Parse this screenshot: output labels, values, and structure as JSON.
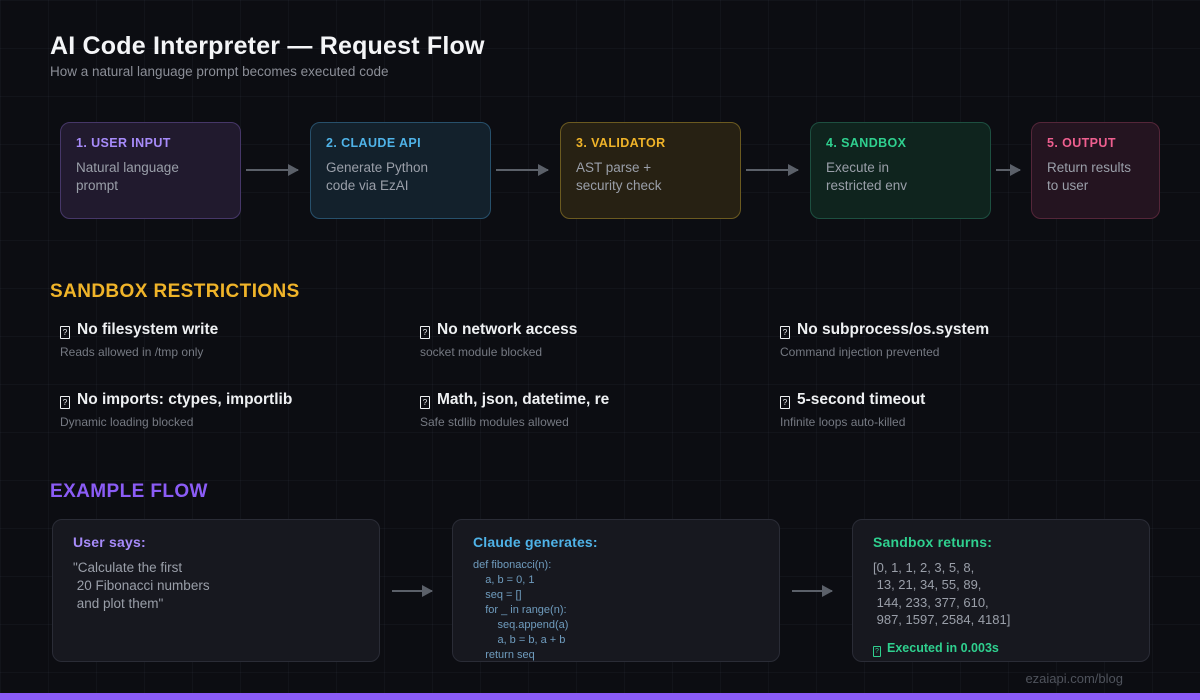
{
  "header": {
    "title": "AI Code Interpreter — Request Flow",
    "subtitle": "How a natural language prompt becomes executed code"
  },
  "flow": {
    "steps": [
      {
        "label": "1. USER INPUT",
        "description": "Natural language\nprompt",
        "accent": "#a78bfa",
        "bg": "#211a2e",
        "border": "#463768"
      },
      {
        "label": "2. CLAUDE API",
        "description": "Generate Python\ncode via EzAI",
        "accent": "#4fb3e8",
        "bg": "#13212c",
        "border": "#27506b"
      },
      {
        "label": "3. VALIDATOR",
        "description": "AST parse +\nsecurity check",
        "accent": "#f0b429",
        "bg": "#272113",
        "border": "#6b5a20"
      },
      {
        "label": "4. SANDBOX",
        "description": "Execute in\nrestricted env",
        "accent": "#2fd08f",
        "bg": "#0f241e",
        "border": "#1d4f40"
      },
      {
        "label": "5. OUTPUT",
        "description": "Return results\nto user",
        "accent": "#ee5f8f",
        "bg": "#241420",
        "border": "#542639"
      }
    ]
  },
  "restrictions": {
    "heading": "SANDBOX RESTRICTIONS",
    "heading_color": "#f0b429",
    "items": [
      {
        "icon": "missing-glyph",
        "title": "No filesystem write",
        "subtitle": "Reads allowed in /tmp only"
      },
      {
        "icon": "missing-glyph",
        "title": "No network access",
        "subtitle": "socket module blocked"
      },
      {
        "icon": "missing-glyph",
        "title": "No subprocess/os.system",
        "subtitle": "Command injection prevented"
      },
      {
        "icon": "missing-glyph",
        "title": "No imports: ctypes, importlib",
        "subtitle": "Dynamic loading blocked"
      },
      {
        "icon": "missing-glyph",
        "title": "Math, json, datetime, re",
        "subtitle": "Safe stdlib modules allowed"
      },
      {
        "icon": "missing-glyph",
        "title": "5-second timeout",
        "subtitle": "Infinite loops auto-killed"
      }
    ]
  },
  "example": {
    "heading": "EXAMPLE FLOW",
    "heading_color": "#8b5cf6",
    "cards": [
      {
        "label": "User says:",
        "accent": "#a78bfa",
        "body": "\"Calculate the first\n 20 Fibonacci numbers\n and plot them\""
      },
      {
        "label": "Claude generates:",
        "accent": "#4fb3e8",
        "body": "def fibonacci(n):\n    a, b = 0, 1\n    seq = []\n    for _ in range(n):\n        seq.append(a)\n        a, b = b, a + b\n    return seq"
      },
      {
        "label": "Sandbox returns:",
        "accent": "#2fd08f",
        "body": "[0, 1, 1, 2, 3, 5, 8,\n 13, 21, 34, 55, 89,\n 144, 233, 377, 610,\n 987, 1597, 2584, 4181]",
        "status": "Executed in 0.003s"
      }
    ]
  },
  "footer": {
    "link": "ezaiapi.com/blog",
    "accent_bar_color": "#8b5cf6"
  }
}
